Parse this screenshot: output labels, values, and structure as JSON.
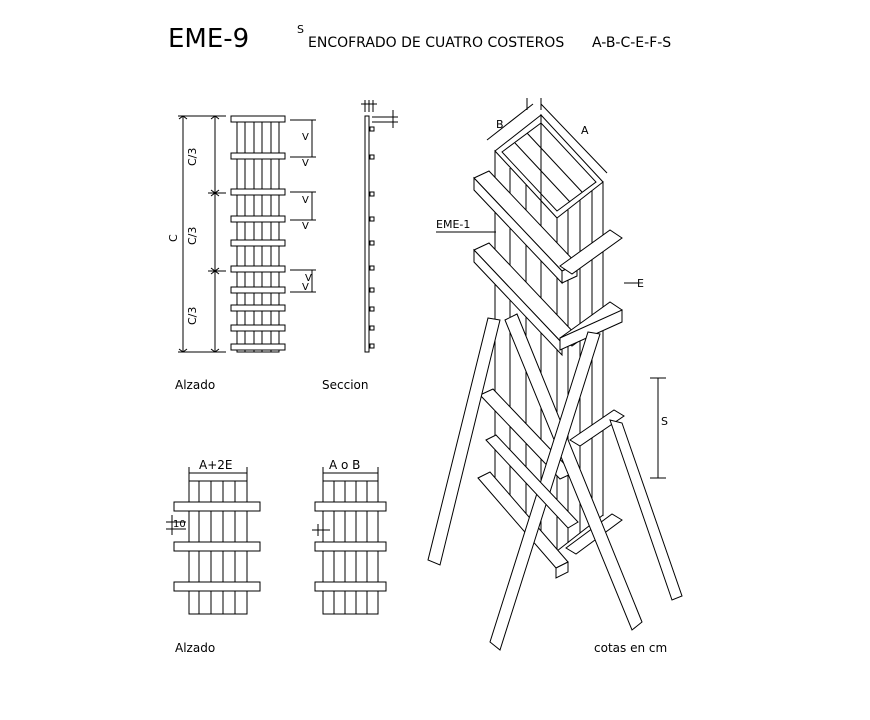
{
  "header": {
    "code": "EME-9",
    "superscript": "S",
    "title": "ENCOFRADO DE CUATRO COSTEROS",
    "params": "A-B-C-E-F-S"
  },
  "elevation": {
    "caption": "Alzado",
    "total_label": "C",
    "third_labels": [
      "C/3",
      "C/3",
      "C/3"
    ],
    "spacing_labels": [
      "V",
      "V",
      "V",
      "V",
      "V",
      "V"
    ]
  },
  "section": {
    "caption": "Seccion"
  },
  "isometric": {
    "label_b": "B",
    "label_a": "A",
    "callout": "EME-1",
    "label_e": "E",
    "label_s": "S"
  },
  "plan_left": {
    "width_label": "A+2E",
    "gap_label": "10",
    "caption": "Alzado"
  },
  "plan_right": {
    "width_label": "A o B"
  },
  "footer": {
    "note": "cotas en cm"
  }
}
